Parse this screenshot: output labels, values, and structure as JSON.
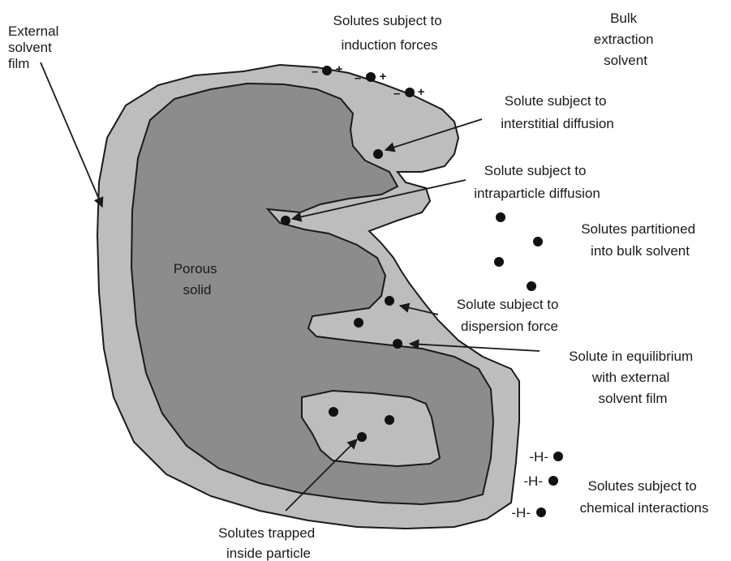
{
  "colors": {
    "background": "#ffffff",
    "solvent_film": "#bdbdbd",
    "porous_solid": "#8c8c8c",
    "trapped_pocket": "#bdbdbd",
    "outline": "#1a1a1a",
    "solute": "#111111"
  },
  "labels": {
    "external_film": [
      "External",
      "solvent",
      "film"
    ],
    "induction": [
      "Solutes subject to",
      "induction forces"
    ],
    "bulk_solvent": [
      "Bulk",
      "extraction",
      "solvent"
    ],
    "interstitial": [
      "Solute subject to",
      "interstitial diffusion"
    ],
    "intraparticle": [
      "Solute subject to",
      "intraparticle diffusion"
    ],
    "partitioned": [
      "Solutes partitioned",
      "into bulk solvent"
    ],
    "porous_solid": [
      "Porous",
      "solid"
    ],
    "dispersion": [
      "Solute subject to",
      "dispersion force"
    ],
    "equilibrium": [
      "Solute in equilibrium",
      "with external",
      "solvent film"
    ],
    "chemical": [
      "Solutes subject to",
      "chemical interactions"
    ],
    "trapped": [
      "Solutes trapped",
      "inside particle"
    ]
  },
  "symbols": {
    "minus": "–",
    "plus": "+",
    "hydrogen_bond": "-H-"
  }
}
